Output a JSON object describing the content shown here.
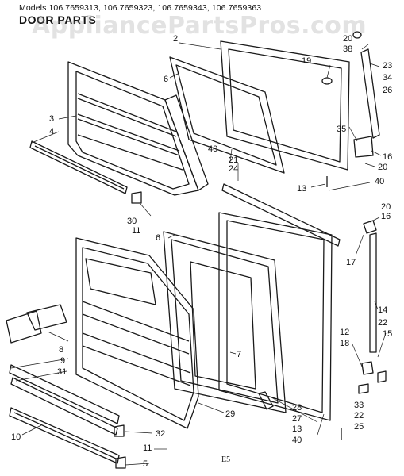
{
  "header": {
    "models": "Models 106.7659313, 106.7659323, 106.7659343, 106.7659363",
    "title": "DOOR PARTS"
  },
  "watermark": "AppliancePartsPros.com",
  "footer_code": "E5",
  "callouts": [
    {
      "id": "c-2",
      "text": "2"
    },
    {
      "id": "c-6a",
      "text": "6"
    },
    {
      "id": "c-3",
      "text": "3"
    },
    {
      "id": "c-4",
      "text": "4"
    },
    {
      "id": "c-40a",
      "text": "40"
    },
    {
      "id": "c-21",
      "text": "21"
    },
    {
      "id": "c-24",
      "text": "24"
    },
    {
      "id": "c-13a",
      "text": "13"
    },
    {
      "id": "c-30",
      "text": "30"
    },
    {
      "id": "c-11a",
      "text": "11"
    },
    {
      "id": "c-6b",
      "text": "6"
    },
    {
      "id": "c-20a",
      "text": "20"
    },
    {
      "id": "c-38",
      "text": "38"
    },
    {
      "id": "c-19",
      "text": "19"
    },
    {
      "id": "c-23",
      "text": "23"
    },
    {
      "id": "c-34",
      "text": "34"
    },
    {
      "id": "c-26",
      "text": "26"
    },
    {
      "id": "c-35",
      "text": "35"
    },
    {
      "id": "c-16a",
      "text": "16"
    },
    {
      "id": "c-20b",
      "text": "20"
    },
    {
      "id": "c-40b",
      "text": "40"
    },
    {
      "id": "c-20c",
      "text": "20"
    },
    {
      "id": "c-16b",
      "text": "16"
    },
    {
      "id": "c-17",
      "text": "17"
    },
    {
      "id": "c-14",
      "text": "14"
    },
    {
      "id": "c-22a",
      "text": "22"
    },
    {
      "id": "c-15",
      "text": "15"
    },
    {
      "id": "c-12",
      "text": "12"
    },
    {
      "id": "c-18",
      "text": "18"
    },
    {
      "id": "c-8",
      "text": "8"
    },
    {
      "id": "c-9",
      "text": "9"
    },
    {
      "id": "c-31",
      "text": "31"
    },
    {
      "id": "c-7",
      "text": "7"
    },
    {
      "id": "c-29",
      "text": "29"
    },
    {
      "id": "c-28",
      "text": "28"
    },
    {
      "id": "c-27",
      "text": "27"
    },
    {
      "id": "c-13b",
      "text": "13"
    },
    {
      "id": "c-40c",
      "text": "40"
    },
    {
      "id": "c-33",
      "text": "33"
    },
    {
      "id": "c-22b",
      "text": "22"
    },
    {
      "id": "c-25",
      "text": "25"
    },
    {
      "id": "c-10",
      "text": "10"
    },
    {
      "id": "c-32",
      "text": "32"
    },
    {
      "id": "c-11b",
      "text": "11"
    },
    {
      "id": "c-5",
      "text": "5"
    }
  ]
}
